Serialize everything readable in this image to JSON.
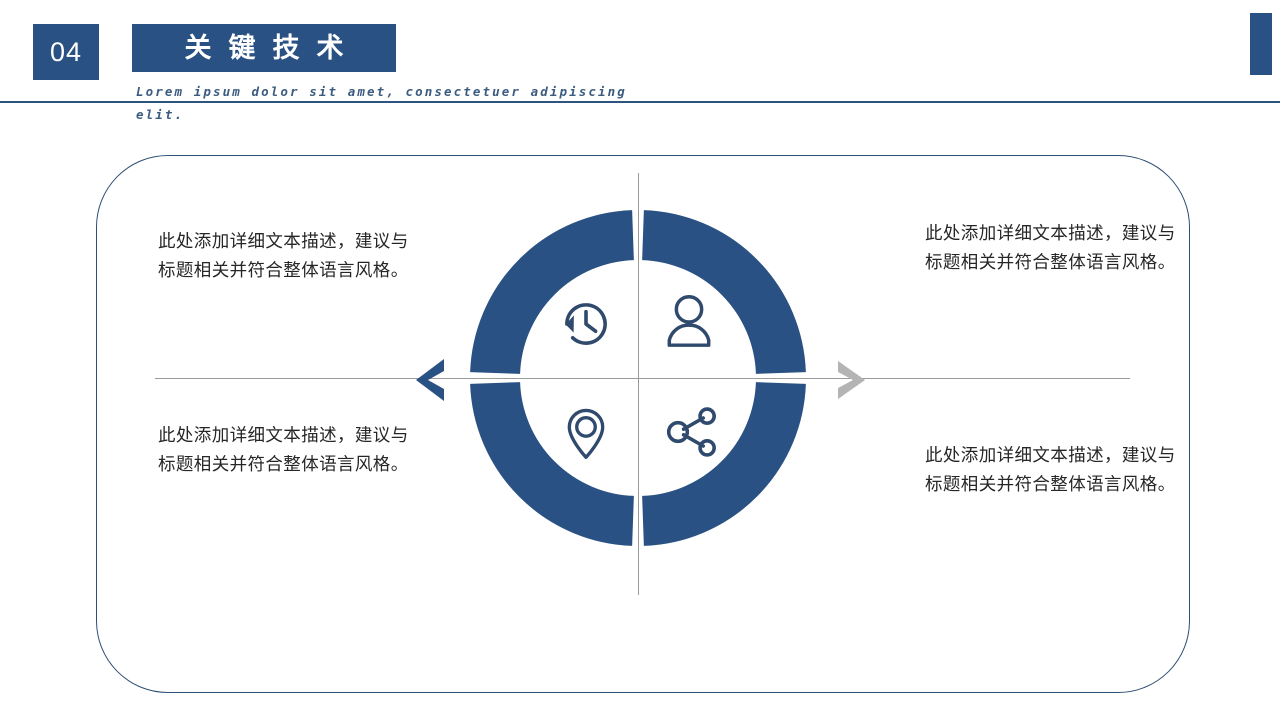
{
  "header": {
    "section_number": "04",
    "title": "关键技术",
    "subtitle": "Lorem ipsum dolor sit amet, consectetuer adipiscing elit."
  },
  "theme": {
    "primary_blue": "#2a5183",
    "border_blue": "#2d4f73",
    "arrow_gray": "#b4b4b4",
    "axis_gray": "#9a9a9a",
    "text_dark": "#262626"
  },
  "diagram": {
    "ring_segments": [
      {
        "name": "segment-top-left",
        "color": "#2a5183"
      },
      {
        "name": "segment-top-right",
        "color": "#2a5183"
      },
      {
        "name": "segment-bottom-left",
        "color": "#2a5183"
      },
      {
        "name": "segment-bottom-right",
        "color": "#2a5183"
      }
    ],
    "icons": [
      {
        "name": "history-icon",
        "quadrant": "top-left"
      },
      {
        "name": "user-icon",
        "quadrant": "top-right"
      },
      {
        "name": "location-pin-icon",
        "quadrant": "bottom-left"
      },
      {
        "name": "share-icon",
        "quadrant": "bottom-right"
      }
    ],
    "arrow_left": "left-chevron-arrow",
    "arrow_right": "right-chevron-arrow"
  },
  "descriptions": {
    "top_left": "此处添加详细文本描述，建议与标题相关并符合整体语言风格。",
    "bottom_left": "此处添加详细文本描述，建议与标题相关并符合整体语言风格。",
    "top_right": "此处添加详细文本描述，建议与标题相关并符合整体语言风格。",
    "bottom_right": "此处添加详细文本描述，建议与标题相关并符合整体语言风格。"
  }
}
